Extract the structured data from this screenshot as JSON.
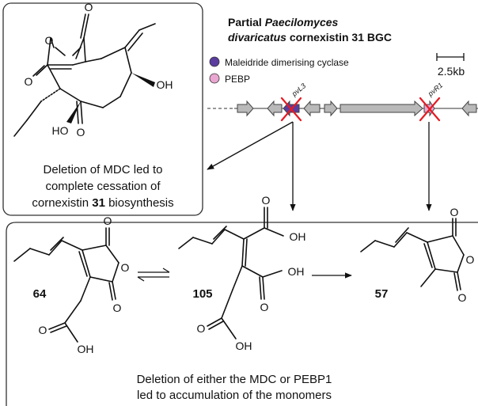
{
  "colors": {
    "mdc": "#5a3d9e",
    "pebp": "#e9a6d1",
    "gene_fill": "#b9b9b9",
    "deletion_cross": "#e41b23"
  },
  "bgc": {
    "title_line1_prefix": "Partial ",
    "title_line1_italic": "Paecilomyces",
    "title_line2_italic": "divaricatus",
    "title_line2_suffix": " cornexistin 31 BGC",
    "legend": [
      {
        "label": "Maleidride dimerising cyclase",
        "color": "#5a3d9e"
      },
      {
        "label": "PEBP",
        "color": "#e9a6d1"
      }
    ],
    "scale_label": "2.5kb",
    "genes": {
      "left": "pvL3",
      "right": "pvR1"
    }
  },
  "cornexistin_panel": {
    "atoms": {
      "o_ring": "O",
      "o_top": "O",
      "o_left": "O",
      "oh_right": "OH",
      "ho_left": "HO",
      "o_ketone": "O"
    },
    "caption_lines": [
      "Deletion of MDC led to",
      "complete cessation of",
      "cornexistin ",
      "31",
      " biosynthesis"
    ]
  },
  "monomers": {
    "compound_64": "64",
    "compound_105": "105",
    "compound_57": "57",
    "atoms": {
      "o": "O",
      "oh": "OH"
    },
    "caption_lines": [
      "Deletion of either the MDC or PEBP1",
      "led to accumulation of the monomers"
    ]
  }
}
